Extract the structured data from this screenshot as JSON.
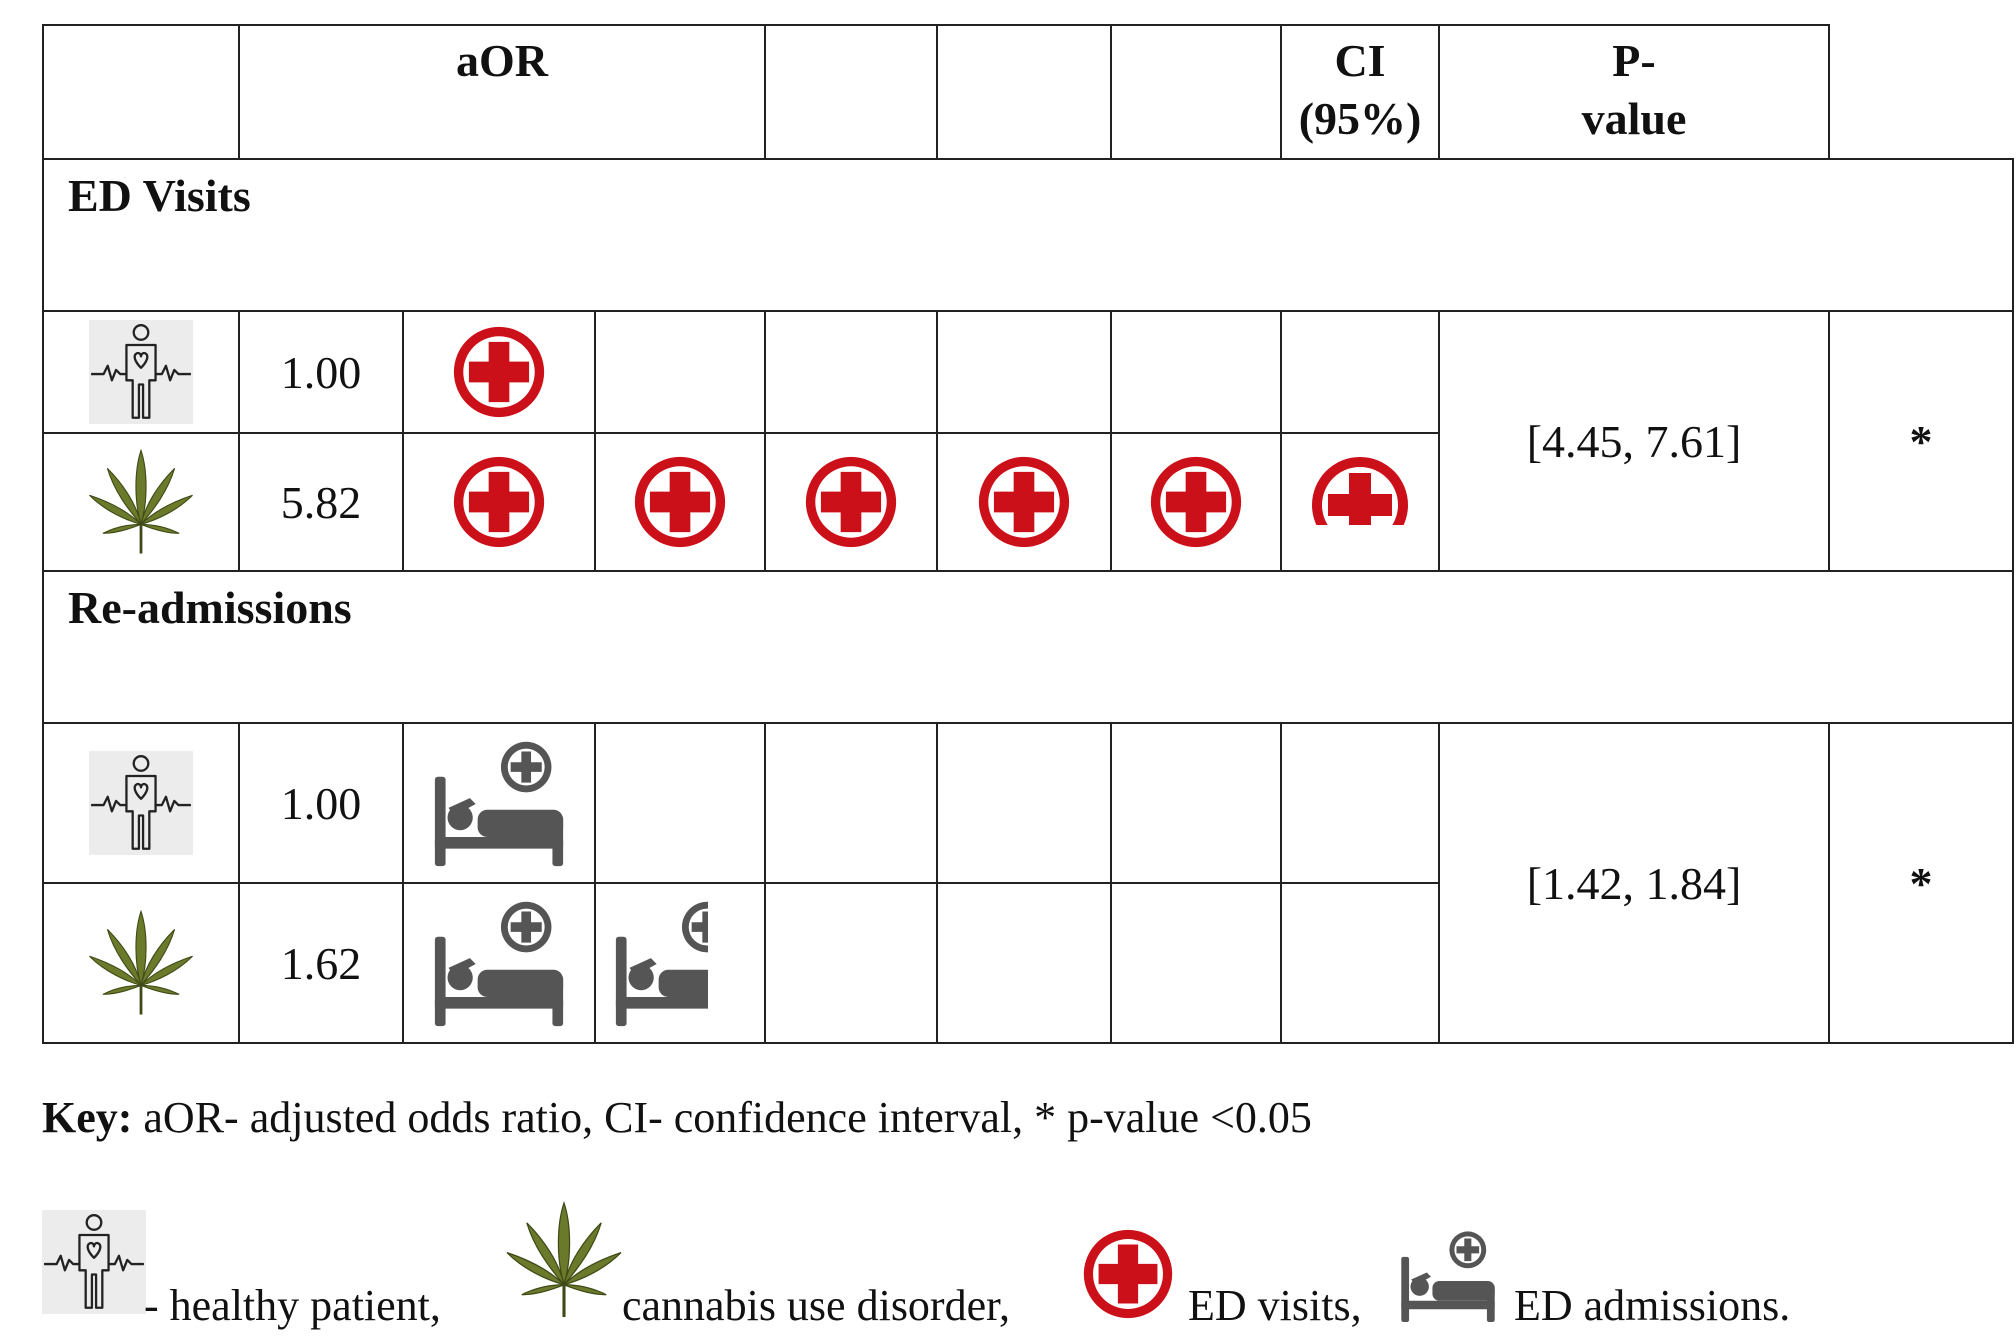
{
  "table": {
    "headers": {
      "aor": "aOR",
      "ci": "CI (95%)",
      "pvalue_line1": "P-",
      "pvalue_line2": "value"
    },
    "sections": [
      {
        "title": "ED Visits",
        "icon": "hospital-cross-icon",
        "ci": "[4.45, 7.61]",
        "p": "*",
        "rows": [
          {
            "group_icon": "healthy-patient-icon",
            "value": "1.00",
            "icon_count": 1.0
          },
          {
            "group_icon": "cannabis-leaf-icon",
            "value": "5.82",
            "icon_count": 5.82
          }
        ]
      },
      {
        "title": "Re-admissions",
        "icon": "hospital-bed-icon",
        "ci": "[1.42, 1.84]",
        "p": "*",
        "rows": [
          {
            "group_icon": "healthy-patient-icon",
            "value": "1.00",
            "icon_count": 1.0
          },
          {
            "group_icon": "cannabis-leaf-icon",
            "value": "1.62",
            "icon_count": 1.62
          }
        ]
      }
    ]
  },
  "key": {
    "label": "Key:",
    "text": " aOR- adjusted odds ratio, CI- confidence interval, * p-value <0.05"
  },
  "legend": {
    "healthy": "- healthy patient,",
    "cannabis": "cannabis use disorder,",
    "ed_visits": "ED visits,",
    "ed_admissions": "ED admissions."
  },
  "colors": {
    "cross_red": "#cc1019",
    "bed_gray": "#555555",
    "leaf_green": "#6b7a2a",
    "border": "#222222"
  }
}
